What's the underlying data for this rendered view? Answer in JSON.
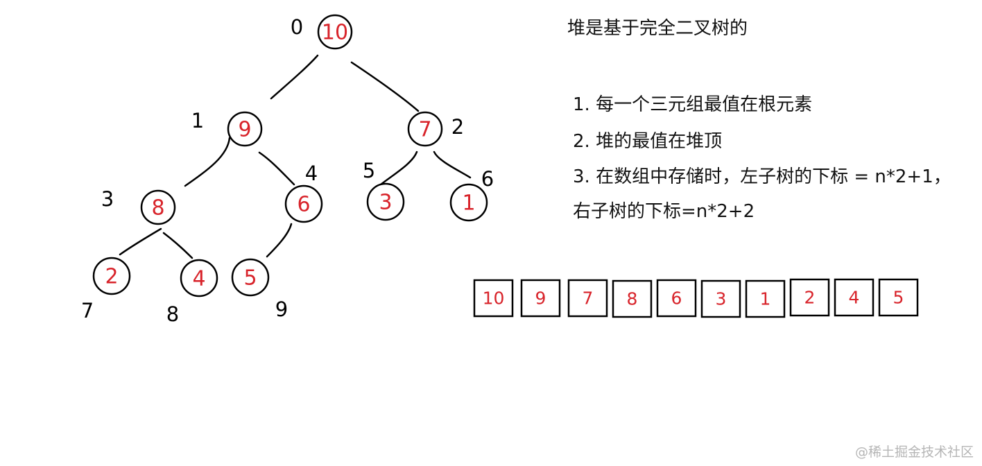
{
  "heading": "堆是基于完全二叉树的",
  "rules": [
    "1. 每一个三元组最值在根元素",
    "2. 堆的最值在堆顶",
    "3. 在数组中存储时，左子树的下标 = n*2+1，",
    "右子树的下标=n*2+2"
  ],
  "tree": {
    "nodes": [
      {
        "index": "0",
        "value": "10"
      },
      {
        "index": "1",
        "value": "9"
      },
      {
        "index": "2",
        "value": "7"
      },
      {
        "index": "3",
        "value": "8"
      },
      {
        "index": "4",
        "value": "6"
      },
      {
        "index": "5",
        "value": "3"
      },
      {
        "index": "6",
        "value": "1"
      },
      {
        "index": "7",
        "value": "2"
      },
      {
        "index": "8",
        "value": "4"
      },
      {
        "index": "9",
        "value": "5"
      }
    ]
  },
  "array": [
    "10",
    "9",
    "7",
    "8",
    "6",
    "3",
    "1",
    "2",
    "4",
    "5"
  ],
  "watermark": "@稀土掘金技术社区",
  "colors": {
    "node_value": "#d8232a",
    "stroke": "#000000"
  }
}
